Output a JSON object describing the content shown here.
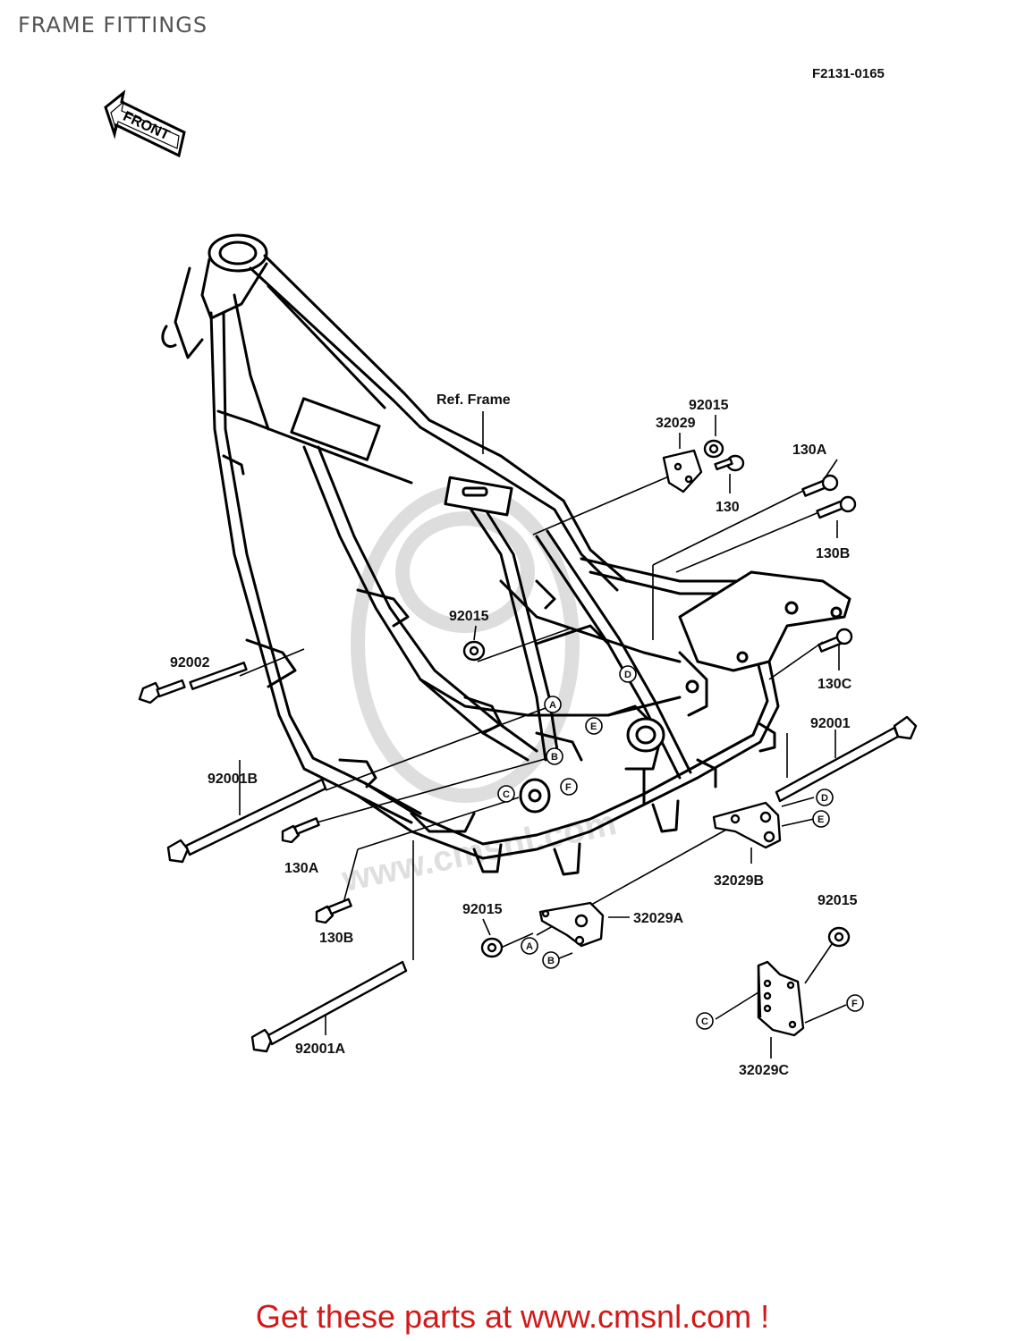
{
  "page": {
    "title": "FRAME FITTINGS",
    "diagram_code": "F2131-0165",
    "front_badge": "FRONT",
    "promo_text": "Get these parts at www.cmsnl.com !",
    "watermark": "www.cmsnl.com",
    "accent_color": "#d41818"
  },
  "labels": {
    "ref_frame": "Ref. Frame",
    "p92015_top": "92015",
    "p32029": "32029",
    "p130": "130",
    "p130A_right": "130A",
    "p130B_right": "130B",
    "p130C": "130C",
    "p92015_mid": "92015",
    "p92002": "92002",
    "p92001": "92001",
    "p92001B": "92001B",
    "p130A_left": "130A",
    "p130B_left": "130B",
    "p32029B": "32029B",
    "p92015_low": "92015",
    "p32029A": "32029A",
    "p92015_right": "92015",
    "p92001A": "92001A",
    "p32029C": "32029C"
  },
  "markers": {
    "A": "A",
    "B": "B",
    "C": "C",
    "D": "D",
    "E": "E",
    "F": "F"
  }
}
